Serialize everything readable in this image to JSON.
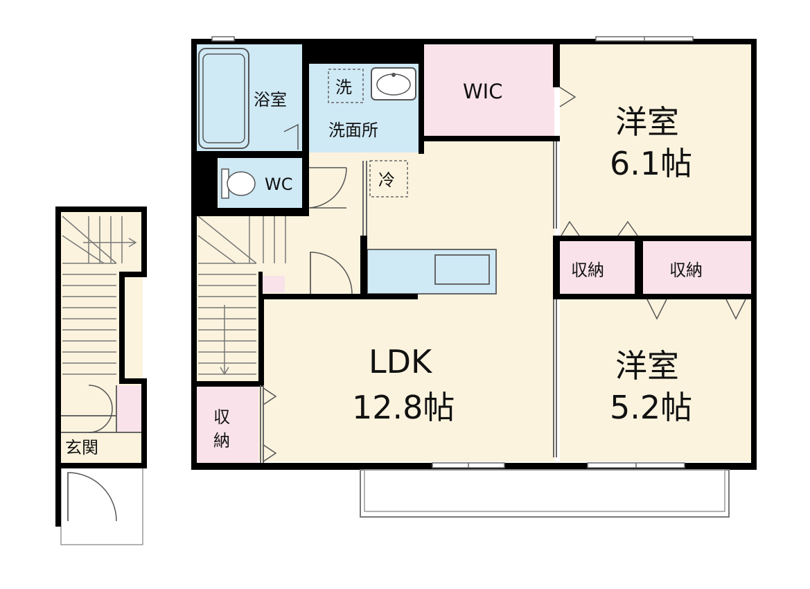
{
  "colors": {
    "wall": "#000000",
    "floor_cream": "#fbf3de",
    "wet_blue": "#cfe9f5",
    "storage_pink": "#f9e2ea",
    "background": "#ffffff"
  },
  "rooms": {
    "bathroom": "浴室",
    "washroom": "洗面所",
    "washer": "洗",
    "wic": "WIC",
    "toilet": "WC",
    "fridge": "冷",
    "western_room_1": {
      "name": "洋室",
      "size": "6.1帖"
    },
    "western_room_2": {
      "name": "洋室",
      "size": "5.2帖"
    },
    "ldk": {
      "name": "LDK",
      "size": "12.8帖"
    },
    "storage_1": "収納",
    "storage_2": "収納",
    "storage_ldk_line1": "収",
    "storage_ldk_line2": "納",
    "entrance": "玄関"
  }
}
